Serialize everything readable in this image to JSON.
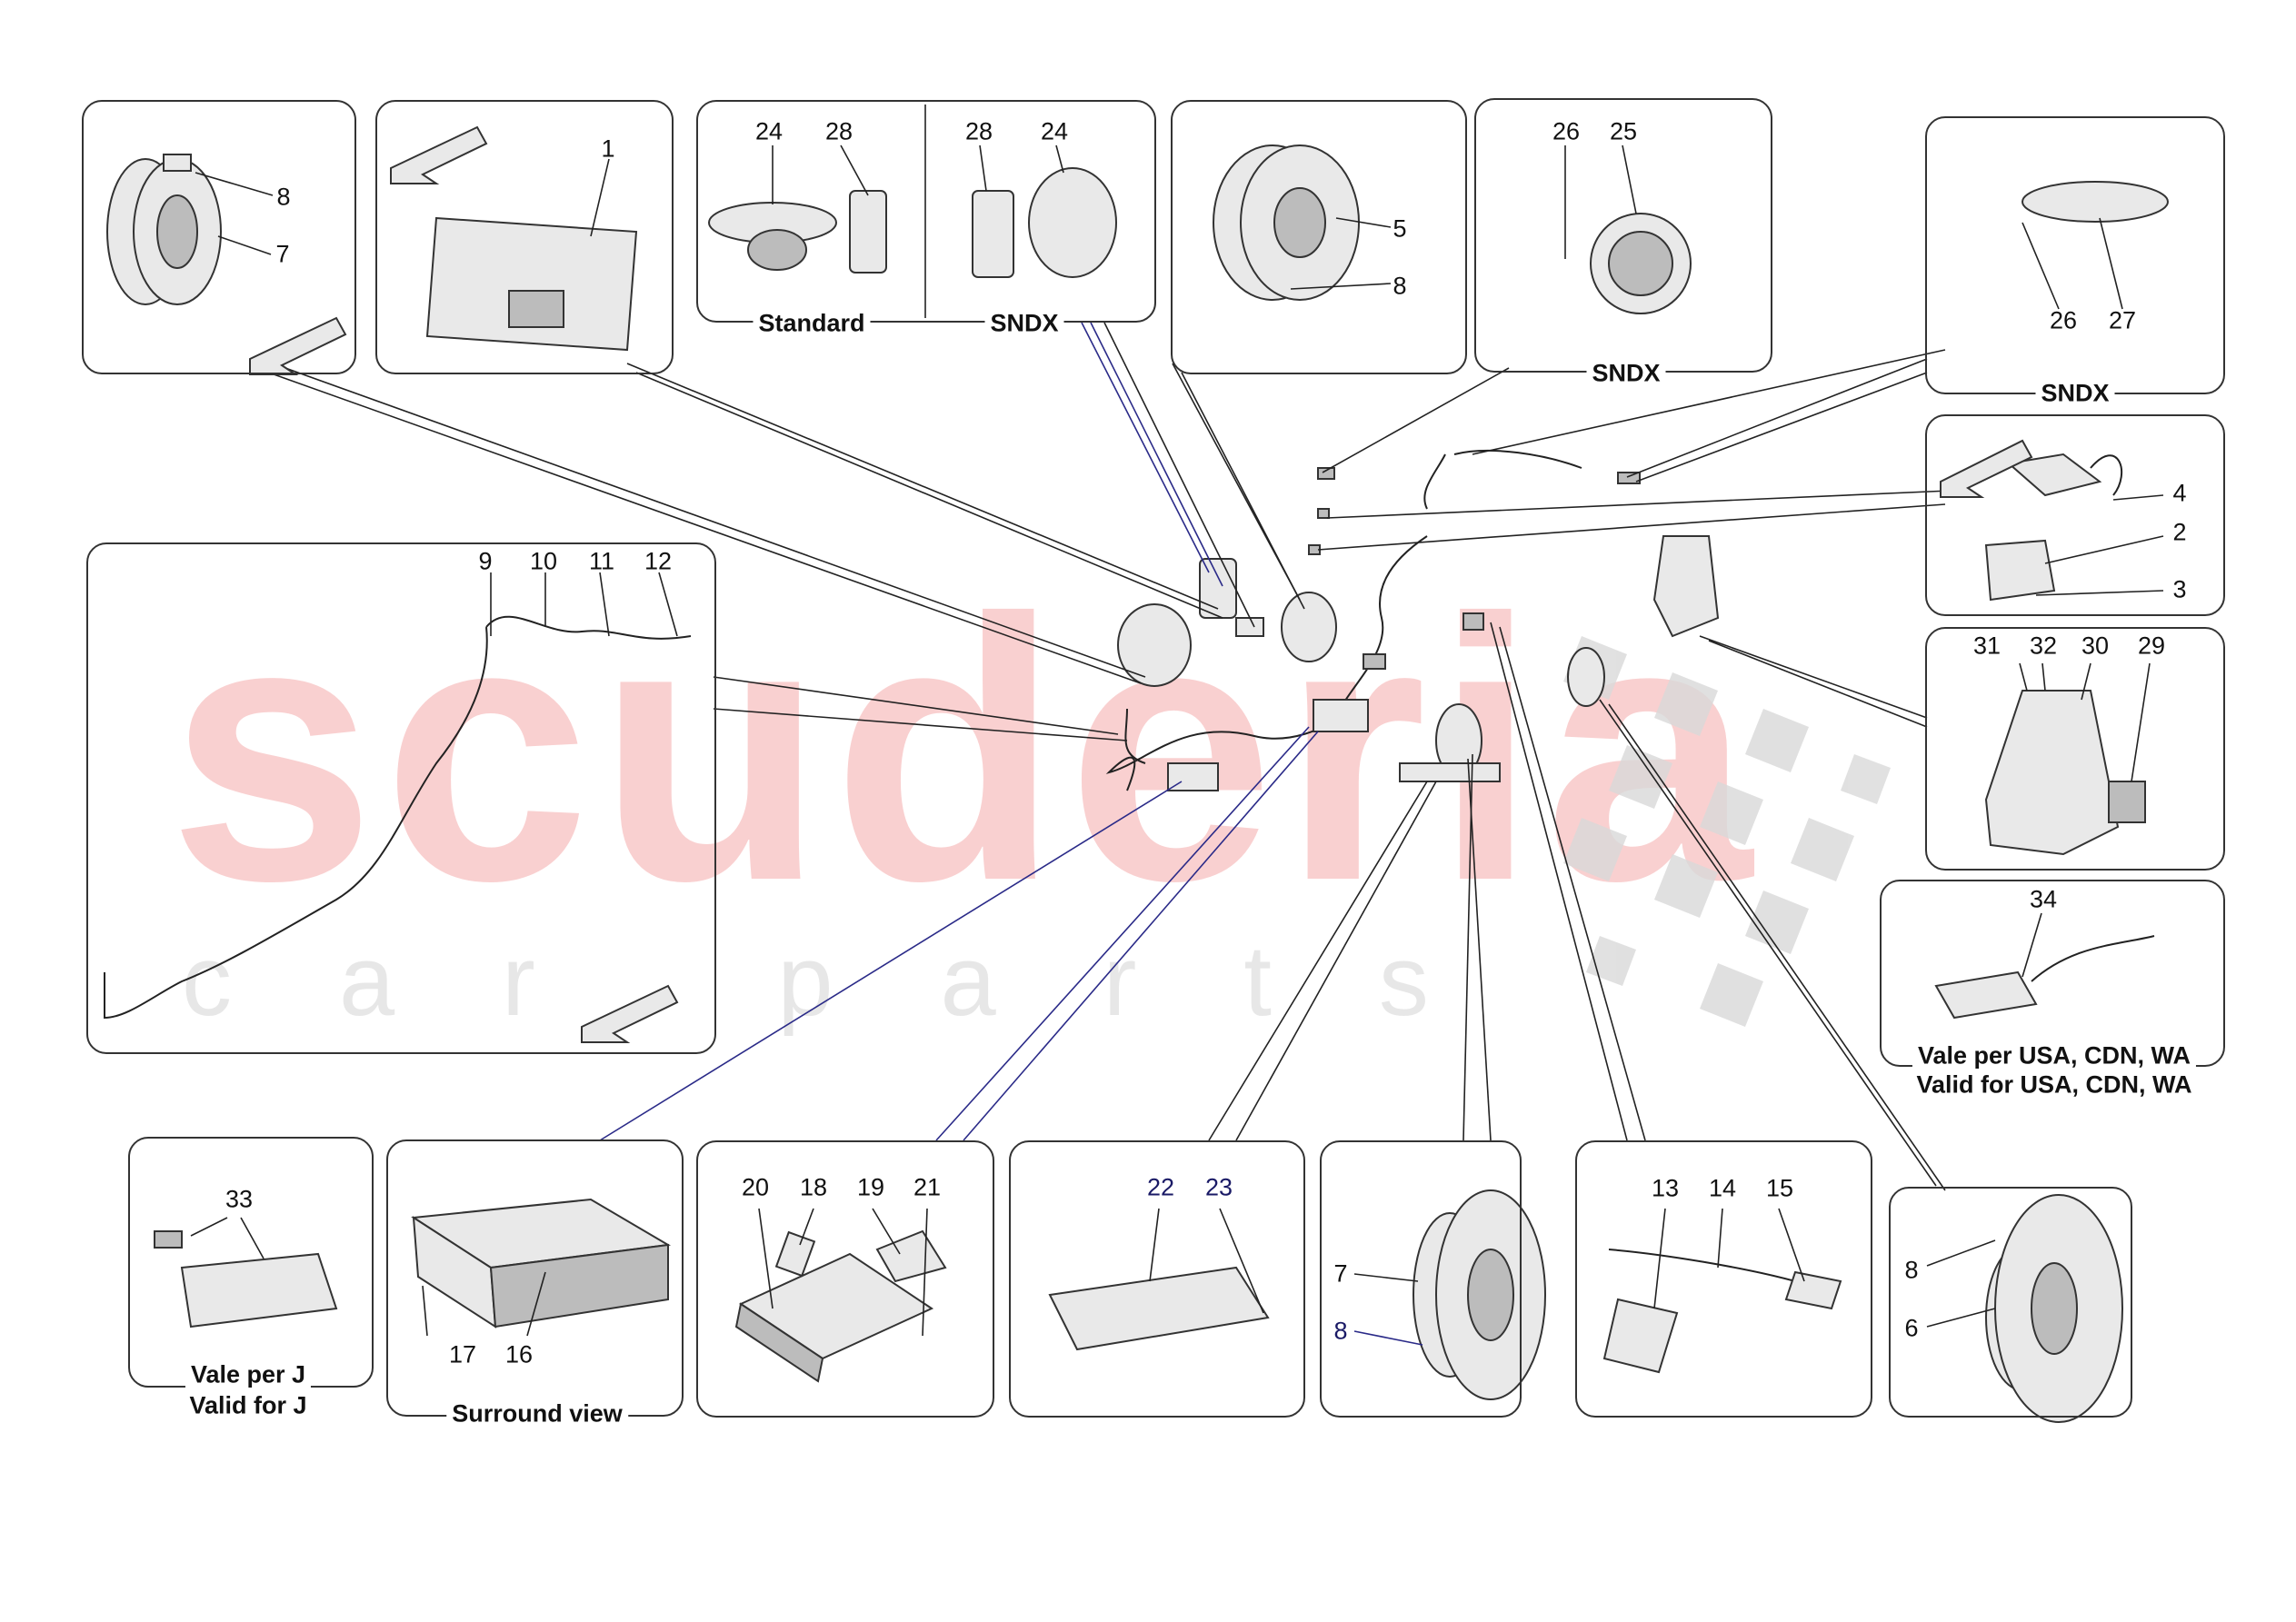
{
  "watermark": {
    "main": "scuderia",
    "sub": "car parts"
  },
  "captions": {
    "standard": "Standard",
    "sndx_1": "SNDX",
    "sndx_2": "SNDX",
    "sndx_3": "SNDX",
    "vale_usa": "Vale per USA, CDN, WA",
    "valid_usa": "Valid for USA, CDN, WA",
    "vale_j": "Vale per J",
    "valid_j": "Valid for J",
    "surround": "Surround view"
  },
  "callouts": [
    "1",
    "2",
    "3",
    "4",
    "5",
    "6",
    "7",
    "8",
    "9",
    "10",
    "11",
    "12",
    "13",
    "14",
    "15",
    "16",
    "17",
    "18",
    "19",
    "20",
    "21",
    "22",
    "23",
    "24",
    "25",
    "26",
    "27",
    "28",
    "29",
    "30",
    "31",
    "32",
    "33",
    "34"
  ],
  "colors": {
    "watermark": "#f6b2b2",
    "lines": "#222222",
    "leader_blue": "#2a2a88",
    "flag": "#d8d8d8"
  }
}
